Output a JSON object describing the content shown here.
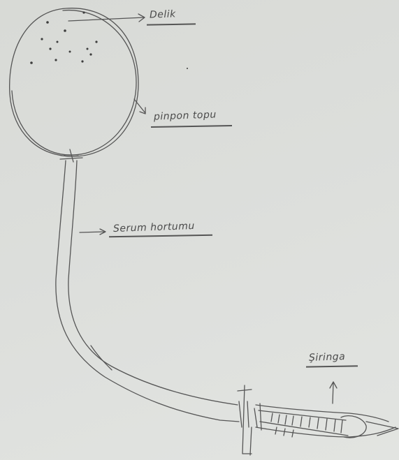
{
  "labels": {
    "delik": "Delik",
    "pinpon_topu": "pinpon topu",
    "serum_hortumu": "Serum hortumu",
    "siringa": "Şiringa"
  },
  "colors": {
    "paper": "#dcdedb",
    "ink": "#4a4a4a"
  }
}
